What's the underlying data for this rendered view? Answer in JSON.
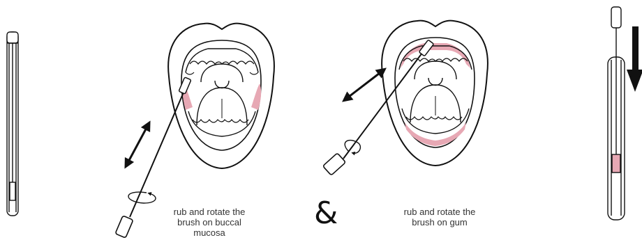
{
  "captions": {
    "buccal": [
      "rub and rotate the",
      "brush on buccal",
      "mucosa"
    ],
    "gum": [
      "rub and rotate the",
      "brush on gum"
    ]
  },
  "ampersand": "&",
  "colors": {
    "line": "#111111",
    "highlight": "#e7a8b4",
    "fill": "#ffffff"
  },
  "icons": [
    "swab-tube-closed-icon",
    "open-mouth-icon",
    "swab-icon",
    "double-arrow-icon",
    "rotation-arrow-icon",
    "swab-tube-open-icon",
    "down-arrow-icon"
  ]
}
